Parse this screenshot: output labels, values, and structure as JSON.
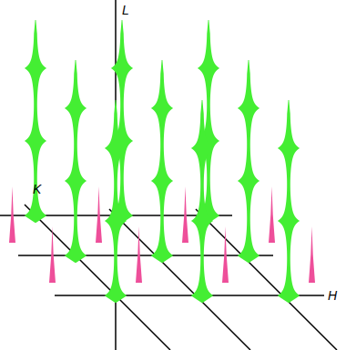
{
  "diagram": {
    "labels": [
      "L",
      "K",
      "H"
    ]
  }
}
